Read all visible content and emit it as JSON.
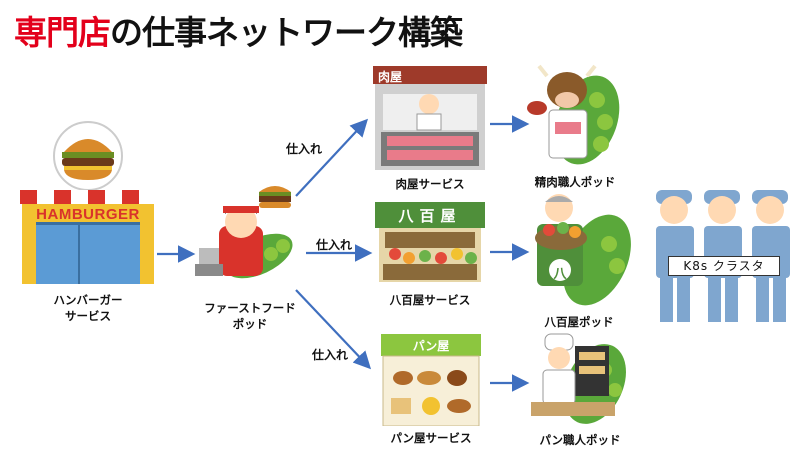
{
  "title": {
    "part1": "専門店",
    "part2": "の仕事ネットワーク構築"
  },
  "nodes": {
    "hamburger_service": {
      "line1": "ハンバーガー",
      "line2": "サービス",
      "sign": "HAMBURGER"
    },
    "fastfood_pod": {
      "line1": "ファーストフード",
      "line2": "ポッド"
    },
    "meat_service": {
      "label": "肉屋サービス",
      "sign": "肉屋"
    },
    "veg_service": {
      "label": "八百屋サービス",
      "sign": "八百屋"
    },
    "bread_service": {
      "label": "パン屋サービス",
      "sign": "パン屋"
    },
    "meat_pod": {
      "label": "精肉職人ポッド"
    },
    "veg_pod": {
      "label": "八百屋ポッド",
      "apron": "八"
    },
    "bread_pod": {
      "label": "パン職人ポッド"
    },
    "cluster": {
      "label": "K8s クラスタ"
    }
  },
  "edges": {
    "to_meat": "仕入れ",
    "to_veg": "仕入れ",
    "to_bread": "仕入れ"
  },
  "colors": {
    "title_red": "#e3001b",
    "arrow": "#3f6fbf",
    "awning_red": "#d9332b",
    "pod_green": "#5aa83a",
    "worker_blue": "#7fa6cf"
  }
}
